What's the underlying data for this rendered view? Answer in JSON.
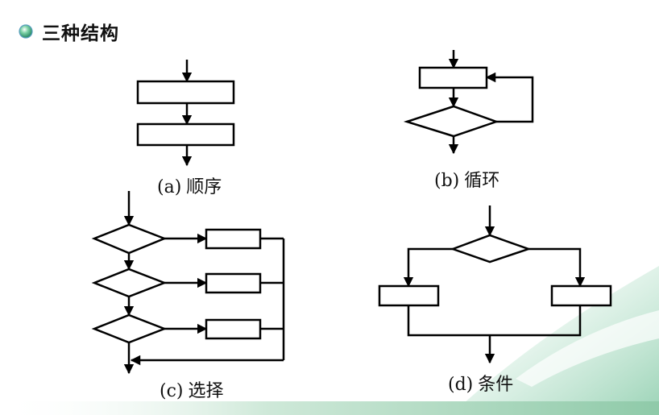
{
  "slide": {
    "title": "三种结构",
    "bullet_icon": "green-circle-bullet-icon",
    "accent_color": "#6fc79b"
  },
  "diagrams": [
    {
      "id": "a",
      "label": "(a)",
      "name": "顺序"
    },
    {
      "id": "b",
      "label": "(b)",
      "name": "循环"
    },
    {
      "id": "c",
      "label": "(c)",
      "name": "选择"
    },
    {
      "id": "d",
      "label": "(d)",
      "name": "条件"
    }
  ]
}
